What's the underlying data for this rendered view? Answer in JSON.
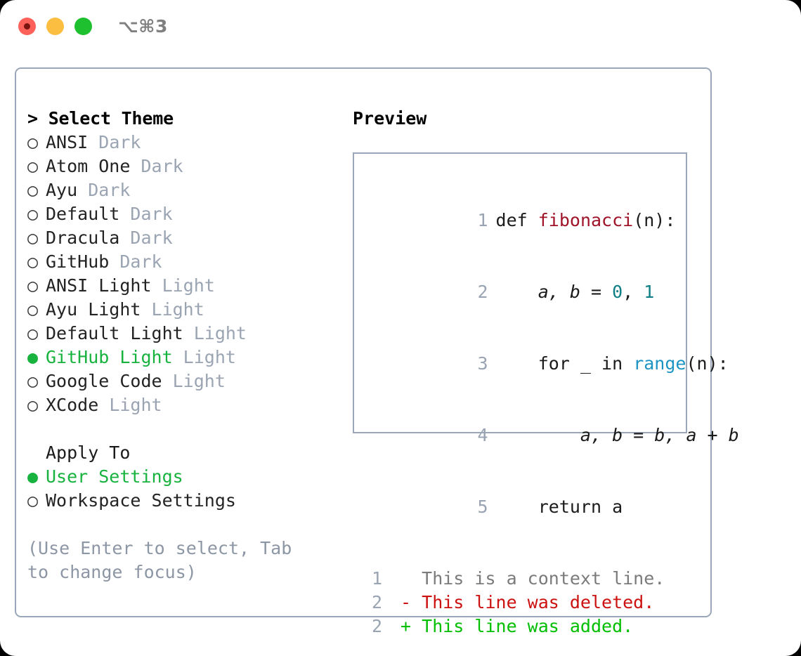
{
  "titlebar": {
    "shortcut": "⌥⌘3",
    "buttons": {
      "close": "close",
      "minimize": "minimize",
      "maximize": "maximize"
    }
  },
  "theme_list": {
    "header": "> Select Theme",
    "items": [
      {
        "bullet": "○",
        "label": "ANSI",
        "tag": "Dark",
        "selected": false
      },
      {
        "bullet": "○",
        "label": "Atom One",
        "tag": "Dark",
        "selected": false
      },
      {
        "bullet": "○",
        "label": "Ayu",
        "tag": "Dark",
        "selected": false
      },
      {
        "bullet": "○",
        "label": "Default",
        "tag": "Dark",
        "selected": false
      },
      {
        "bullet": "○",
        "label": "Dracula",
        "tag": "Dark",
        "selected": false
      },
      {
        "bullet": "○",
        "label": "GitHub",
        "tag": "Dark",
        "selected": false
      },
      {
        "bullet": "○",
        "label": "ANSI Light",
        "tag": "Light",
        "selected": false
      },
      {
        "bullet": "○",
        "label": "Ayu Light",
        "tag": "Light",
        "selected": false
      },
      {
        "bullet": "○",
        "label": "Default Light",
        "tag": "Light",
        "selected": false
      },
      {
        "bullet": "●",
        "label": "GitHub Light",
        "tag": "Light",
        "selected": true
      },
      {
        "bullet": "○",
        "label": "Google Code",
        "tag": "Light",
        "selected": false
      },
      {
        "bullet": "○",
        "label": "XCode",
        "tag": "Light",
        "selected": false
      }
    ]
  },
  "apply_to": {
    "title": "Apply To",
    "items": [
      {
        "bullet": "●",
        "label": "User Settings",
        "selected": true
      },
      {
        "bullet": "○",
        "label": "Workspace Settings",
        "selected": false
      }
    ]
  },
  "hint": "(Use Enter to select, Tab to change focus)",
  "preview": {
    "title": "Preview",
    "code_lines": [
      {
        "num": "1",
        "text": "def fibonacci(n):"
      },
      {
        "num": "2",
        "text": "    a, b = 0, 1"
      },
      {
        "num": "3",
        "text": "    for _ in range(n):"
      },
      {
        "num": "4",
        "text": "        a, b = b, a + b"
      },
      {
        "num": "5",
        "text": "    return a"
      }
    ],
    "code_tokens": {
      "l1_kw": "def ",
      "l1_fn": "fibonacci",
      "l1_rest": "(n):",
      "l2_indent": "    ",
      "l2_vars": "a, b = ",
      "l2_n0": "0",
      "l2_comma": ", ",
      "l2_n1": "1",
      "l3_indent": "    ",
      "l3_for": "for _ in ",
      "l3_builtin": "range",
      "l3_rest": "(n):",
      "l4_text": "        a, b = b, a + b",
      "l5_text": "    return a"
    },
    "diff_lines": [
      {
        "num": "1",
        "marker": " ",
        "text": " This is a context line.",
        "kind": "context"
      },
      {
        "num": "2",
        "marker": "-",
        "text": " This line was deleted.",
        "kind": "deleted"
      },
      {
        "num": "2",
        "marker": "+",
        "text": " This line was added.",
        "kind": "added"
      }
    ]
  },
  "colors": {
    "accent_green": "#17b33e",
    "diff_add": "#00bf00",
    "diff_del": "#cc1111",
    "tag_gray": "#9aa4b2",
    "border": "#9aa7b8",
    "fn_red": "#a0142a",
    "num_teal": "#0e7f86",
    "builtin_blue": "#1d94c4"
  }
}
